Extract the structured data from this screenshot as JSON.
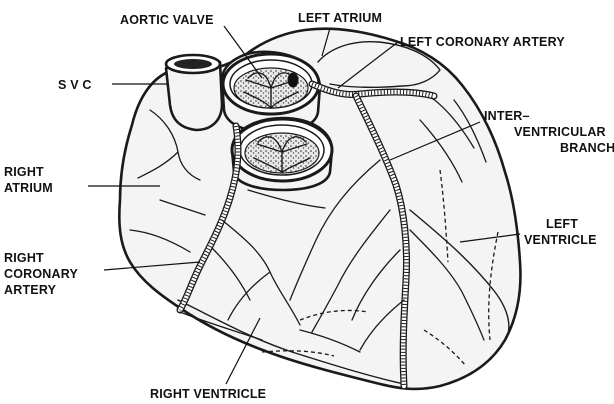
{
  "labels": {
    "aortic_valve": "AORTIC VALVE",
    "left_atrium": "LEFT ATRIUM",
    "left_coronary_artery": "LEFT CORONARY ARTERY",
    "svc": "S V C",
    "inter_ventricular_line1": "INTER–",
    "inter_ventricular_line2": "VENTRICULAR",
    "inter_ventricular_line3": "BRANCH",
    "right_atrium_line1": "RIGHT",
    "right_atrium_line2": "ATRIUM",
    "left_ventricle_line1": "LEFT",
    "left_ventricle_line2": "VENTRICLE",
    "right_coronary_line1": "RIGHT",
    "right_coronary_line2": "CORONARY",
    "right_coronary_line3": "ARTERY",
    "right_ventricle": "RIGHT VENTRICLE"
  }
}
